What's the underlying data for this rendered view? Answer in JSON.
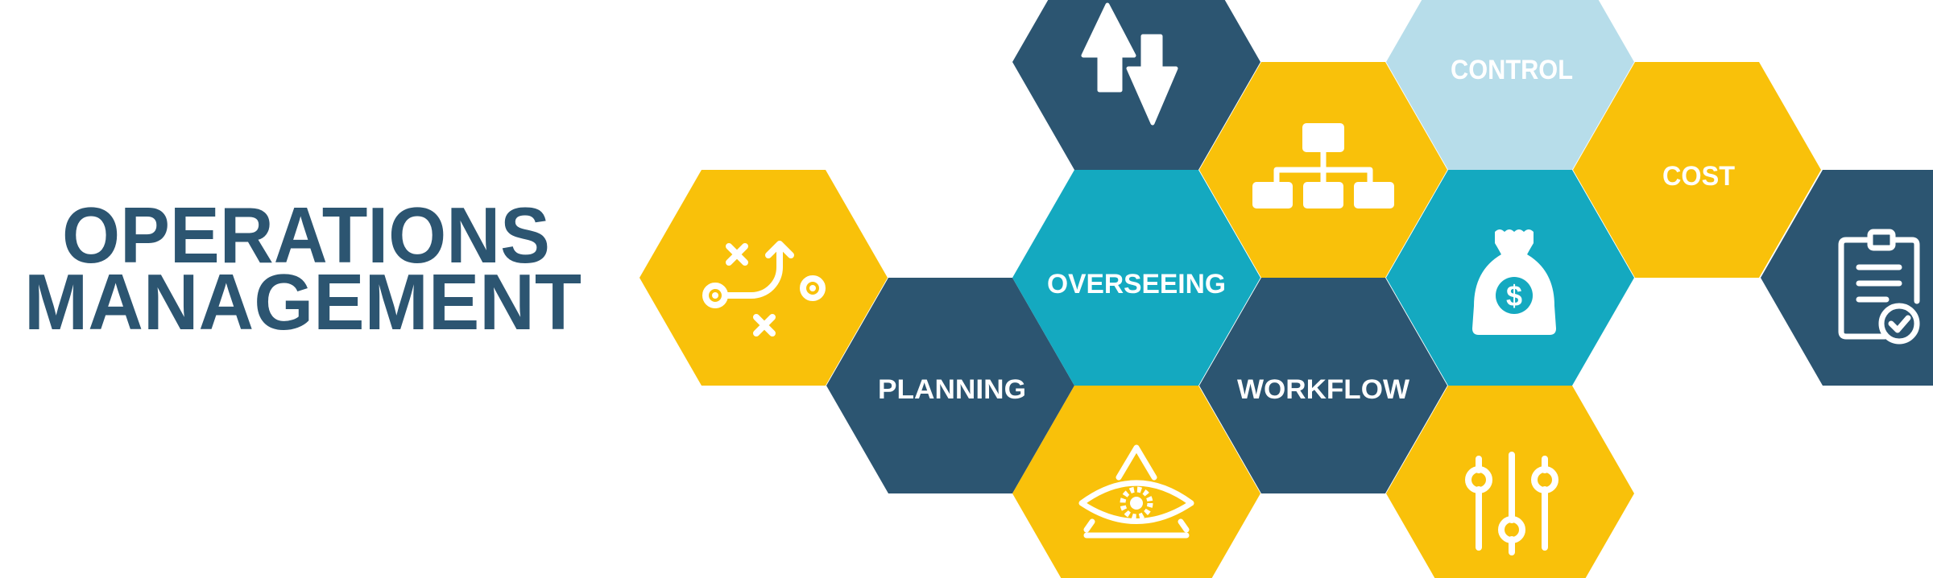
{
  "title": {
    "line1": "OPERATIONS",
    "line2": "MANAGEMENT"
  },
  "labels": {
    "planning": "PLANNING",
    "overseeing": "OVERSEEING",
    "workflow": "WORKFLOW",
    "control": "CONTROL",
    "cost": "COST",
    "dollar": "$"
  },
  "icons": [
    "strategy-icon",
    "up-down-arrows-icon",
    "hierarchy-icon",
    "money-bag-icon",
    "eye-icon",
    "sliders-icon",
    "clipboard-check-icon"
  ],
  "colors": {
    "dark_blue": "#2C5571",
    "teal": "#14A9C0",
    "yellow": "#F9C10A",
    "light_blue": "#B7DDEA",
    "white": "#FFFFFF"
  }
}
